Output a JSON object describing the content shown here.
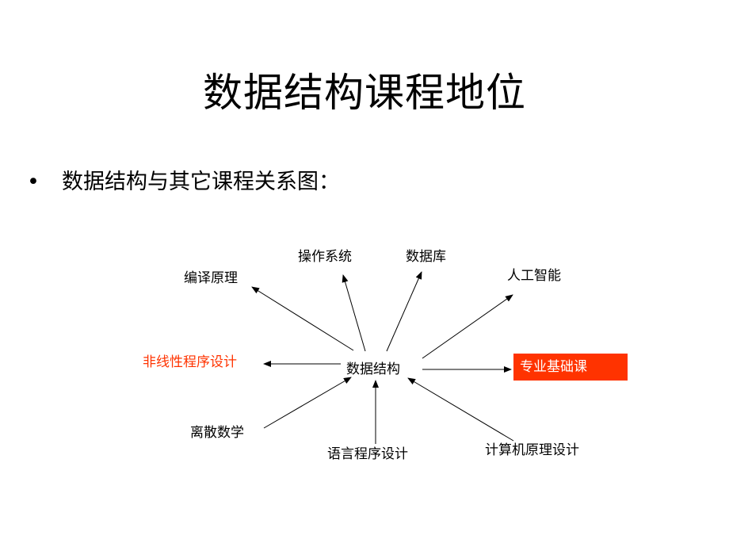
{
  "title": "数据结构课程地位",
  "bullet": {
    "marker": "•",
    "text": "数据结构与其它课程关系图："
  },
  "diagram": {
    "center": "数据结构",
    "nodes": {
      "compiler": "编译原理",
      "os": "操作系统",
      "database": "数据库",
      "ai": "人工智能",
      "nonlinear": "非线性程序设计",
      "core": "专业基础课",
      "discrete": "离散数学",
      "language": "语言程序设计",
      "architecture": "计算机原理设计"
    }
  },
  "colors": {
    "accent_red": "#ff3300",
    "text": "#000000",
    "background": "#ffffff"
  }
}
